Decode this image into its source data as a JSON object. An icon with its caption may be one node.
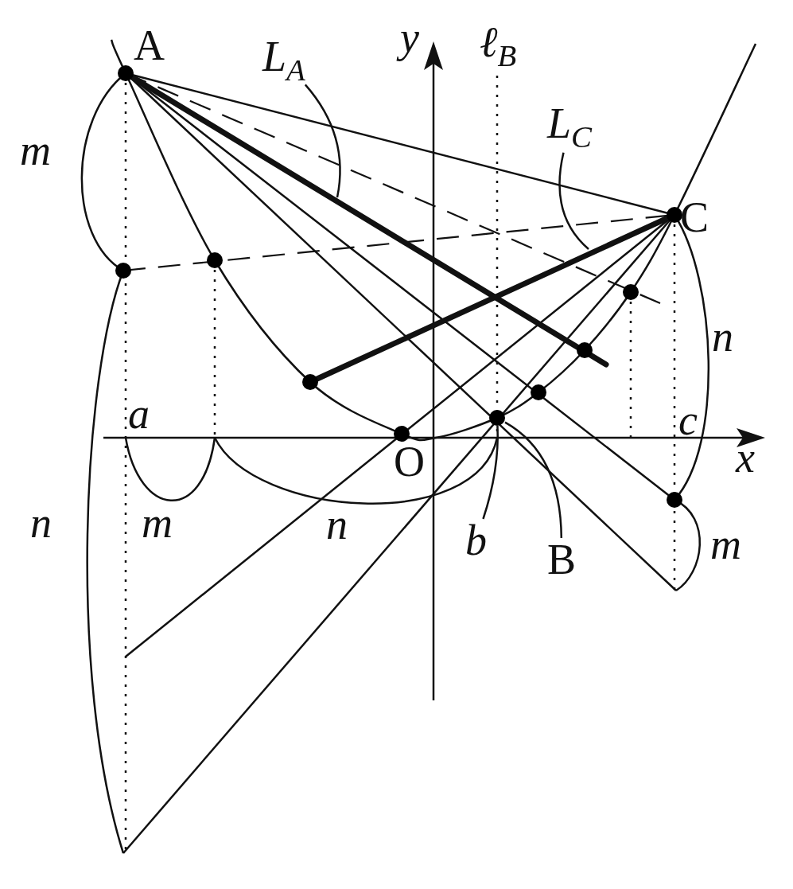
{
  "diagram": {
    "nodes": [
      {
        "text": [
          "L$_{A}$"
        ]
      },
      {
        "text": [
          "L$_{C}$"
        ]
      },
      {
        "text": [
          "b"
        ]
      },
      {
        "text": [
          "B"
        ]
      },
      {
        "text": [],
        "shape": "circle"
      },
      {
        "text": [],
        "shape": "circle"
      },
      {
        "text": [],
        "shape": "circle"
      },
      {
        "text": [],
        "shape": "circle"
      },
      {
        "text": [],
        "shape": "circle"
      },
      {
        "text": [],
        "shape": "circle"
      },
      {
        "text": [],
        "shape": "circle"
      },
      {
        "text": [],
        "shape": "circle"
      },
      {
        "text": [],
        "shape": "circle"
      },
      {
        "text": [],
        "shape": "circle"
      },
      {
        "text": [],
        "shape": "circle"
      }
    ],
    "edges": [
      {
        "from": 0,
        "to": null,
        "arrow": "none"
      },
      {
        "from": 1,
        "to": null,
        "arrow": "none"
      },
      {
        "from": 2,
        "to": 12,
        "arrow": "none"
      },
      {
        "from": 3,
        "to": 12,
        "arrow": "none"
      }
    ],
    "labels": [
      "A",
      "y",
      "ℓ$_{B}$",
      "m",
      "C",
      "n",
      "a",
      "c",
      "O",
      "x",
      "n",
      "m",
      "n",
      "m"
    ]
  }
}
